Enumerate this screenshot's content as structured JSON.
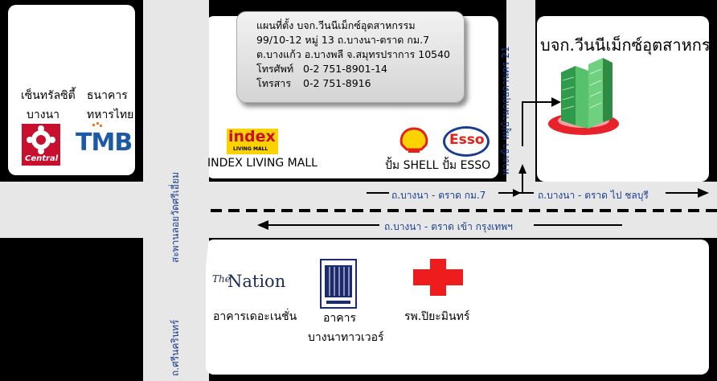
{
  "info": {
    "line1": "แผนที่ตั้ง  บจก.วีนนีเม็กซ์อุตสาหกรรม",
    "line2": "99/10-12 หมู่ 13 ถ.บางนา-ตราด กม.7",
    "line3": "ต.บางแก้ว อ.บางพลี จ.สมุทรปราการ 10540",
    "phone_label": "โทรศัพท์",
    "phone": "0-2 751-8901-14",
    "fax_label": "โทรสาร",
    "fax": "0-2 751-8916"
  },
  "company_title": "บจก.วีนนีเม็กซ์อุตสาหกรรม",
  "landmarks": {
    "central_line1": "เซ็นทรัลซิตี้",
    "central_line2": "บางนา",
    "central_logo_text": "Central",
    "tmb_line1": "ธนาคาร",
    "tmb_line2": "ทหารไทย",
    "tmb_logo_text": "TMB",
    "index_logo_text": "index",
    "index_logo_sub": "LIVING MALL",
    "index_label": "INDEX LIVING MALL",
    "shell_label": "ปั้ม SHELL",
    "esso_label": "ปั้ม ESSO",
    "esso_logo_text": "Esso",
    "nation_logo_the": "The",
    "nation_logo_text": "Nation",
    "nation_label": "อาคารเดอะเนชั่น",
    "bangna_tower_line1": "อาคาร",
    "bangna_tower_line2": "บางนาทาวเวอร์",
    "hospital_label": "รพ.ปิยะมินทร์"
  },
  "roads": {
    "bridge": "สะพานลอยวัดศรีเอี่ยม",
    "srinakarin": "ถ.ศรีนครินทร์",
    "soi": "ทางเข้า หมู่บ้านกฤษดานคร 21",
    "outbound_km7": "ถ.บางนา - ตราด กม.7",
    "outbound_chonburi": "ถ.บางนา - ตราด ไป ชลบุรี",
    "inbound_bangkok": "ถ.บางนา - ตราด เข้า กรุงเทพฯ"
  },
  "colors": {
    "background": "#000000",
    "block": "#ffffff",
    "road": "#e7e7e7",
    "road_label": "#1b3f8f",
    "central_red": "#c8102e",
    "tmb_blue": "#1c5aa8",
    "hospital_red": "#ee1c1c"
  }
}
